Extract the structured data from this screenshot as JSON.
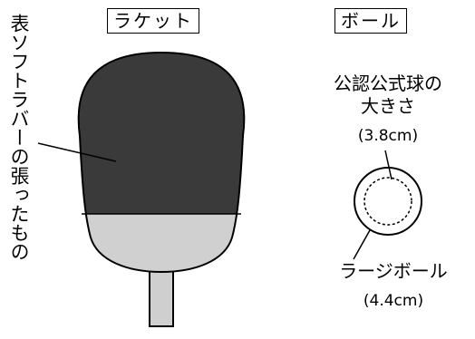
{
  "racket": {
    "title": "ラケット",
    "face_color": "#3a3a3a",
    "lower_color": "#d0d0d0",
    "handle_color": "#cfcfcf"
  },
  "rubber_label": "表ソフトラバーの張ったもの",
  "ball": {
    "title": "ボール",
    "official_line1": "公認公式球の",
    "official_line2": "大きさ",
    "official_size": "(3.8cm)",
    "large_label": "ラージボール",
    "large_size": "(4.4cm)"
  }
}
